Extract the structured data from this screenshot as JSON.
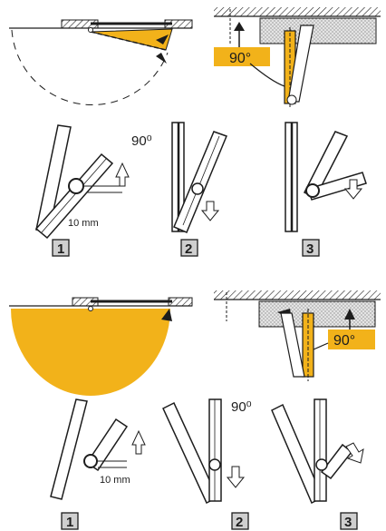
{
  "colors": {
    "ink": "#1d1d1d",
    "accent_yellow": "#f2b21a",
    "shade": "#cfcfcf",
    "paper": "#ffffff"
  },
  "icons": [
    "hinge-arm-icon",
    "up-arrow-icon",
    "down-arrow-icon",
    "screw-head-icon"
  ],
  "top_section": {
    "angle_label": "90°",
    "step_angle_label": "90⁰",
    "measure_label": "10 mm",
    "steps": [
      "1",
      "2",
      "3"
    ]
  },
  "bottom_section": {
    "angle_label": "90°",
    "step_angle_label": "90⁰",
    "measure_label": "10 mm",
    "steps": [
      "1",
      "2",
      "3"
    ]
  }
}
